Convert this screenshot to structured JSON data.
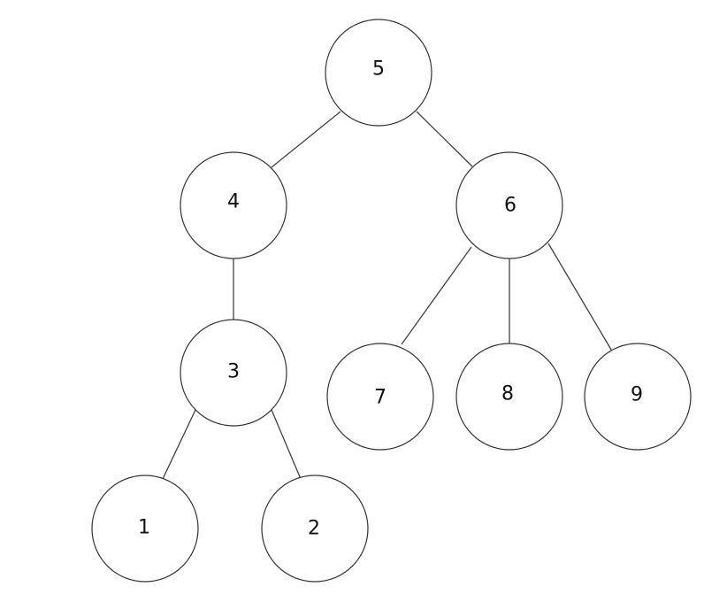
{
  "tree": {
    "nodes": [
      {
        "id": "n5",
        "label": "5"
      },
      {
        "id": "n4",
        "label": "4"
      },
      {
        "id": "n6",
        "label": "6"
      },
      {
        "id": "n3",
        "label": "3"
      },
      {
        "id": "n7",
        "label": "7"
      },
      {
        "id": "n8",
        "label": "8"
      },
      {
        "id": "n9",
        "label": "9"
      },
      {
        "id": "n1",
        "label": "1"
      },
      {
        "id": "n2",
        "label": "2"
      }
    ],
    "edges": [
      {
        "from": "n5",
        "to": "n4"
      },
      {
        "from": "n5",
        "to": "n6"
      },
      {
        "from": "n4",
        "to": "n3"
      },
      {
        "from": "n6",
        "to": "n7"
      },
      {
        "from": "n6",
        "to": "n8"
      },
      {
        "from": "n6",
        "to": "n9"
      },
      {
        "from": "n3",
        "to": "n1"
      },
      {
        "from": "n3",
        "to": "n2"
      }
    ]
  }
}
